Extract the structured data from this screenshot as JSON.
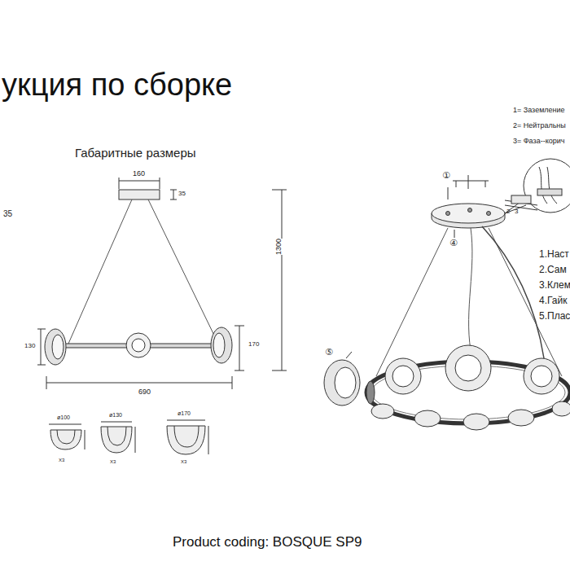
{
  "diagram": {
    "title": "укция по сборке",
    "caption": "Product coding: BOSQUE SP9",
    "labels": [
      "Габаритные размеры",
      "160",
      "35",
      "35",
      "1300",
      "130",
      "170",
      "690",
      "ø100",
      "ø130",
      "ø170",
      "X3",
      "X3",
      "X3",
      "1= Заземление",
      "2= Нейтральны",
      "3= Фаза--корич",
      "①",
      "④",
      "⑤",
      "2",
      "3",
      "1.Наст",
      "2.Сам",
      "3.Клем",
      "4.Гайк",
      "5.Плас"
    ]
  }
}
